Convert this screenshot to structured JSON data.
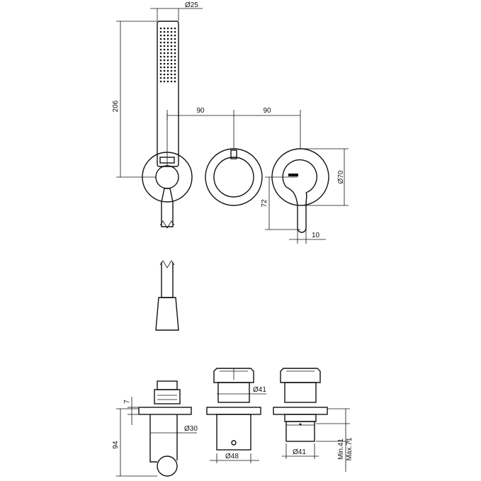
{
  "dimensions": {
    "handshower_diameter": "Ø25",
    "handshower_height": "206",
    "spacing_left": "90",
    "spacing_right": "90",
    "rosette_diameter": "Ø70",
    "lever_drop": "72",
    "lever_width": "10",
    "rosette_thickness": "7",
    "outlet_projection": "94",
    "outlet_diameter": "Ø30",
    "body_diameter_top": "Ø41",
    "body_diameter_bottom": "Ø48",
    "mixer_diameter": "Ø41",
    "min_depth": "Min.41",
    "max_depth": "Max.71"
  }
}
